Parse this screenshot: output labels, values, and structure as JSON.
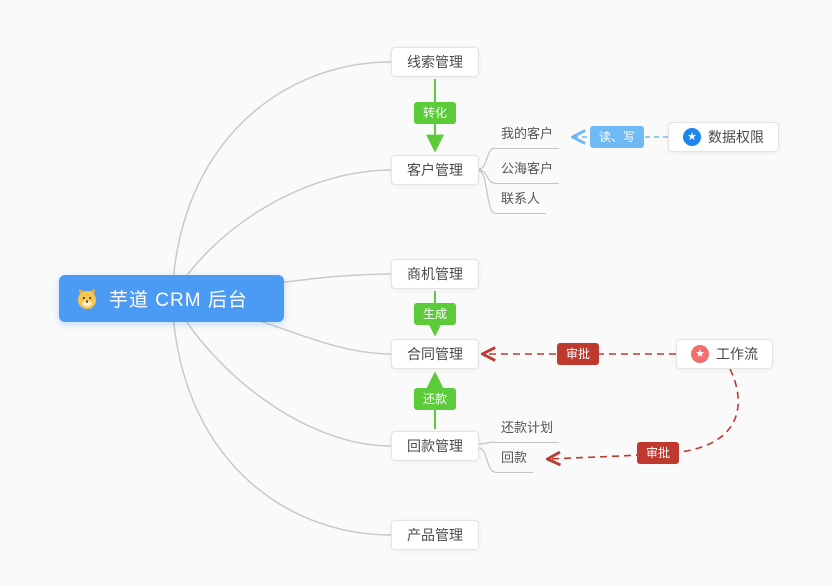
{
  "root": {
    "label": "芋道 CRM 后台",
    "icon": "dog-face-icon"
  },
  "modules": [
    {
      "label": "线索管理"
    },
    {
      "label": "客户管理"
    },
    {
      "label": "商机管理"
    },
    {
      "label": "合同管理"
    },
    {
      "label": "回款管理"
    },
    {
      "label": "产品管理"
    }
  ],
  "customer_children": [
    {
      "label": "我的客户"
    },
    {
      "label": "公海客户"
    },
    {
      "label": "联系人"
    }
  ],
  "receivable_children": [
    {
      "label": "还款计划"
    },
    {
      "label": "回款"
    }
  ],
  "side_nodes": [
    {
      "label": "数据权限",
      "icon": "star-icon",
      "icon_color": "#1c86ee"
    },
    {
      "label": "工作流",
      "icon": "star-icon",
      "icon_color": "#f56c6c"
    }
  ],
  "edges": {
    "convert": "转化",
    "generate": "生成",
    "repay": "还款",
    "read_write": "读、写",
    "approve_contract": "审批",
    "approve_receivable": "审批"
  },
  "colors": {
    "root_bg": "#4b9af4",
    "edge_green": "#5ccb3a",
    "edge_blue": "#6fb9f5",
    "edge_red": "#bf392e",
    "branch_gray": "#c9c9c9"
  }
}
